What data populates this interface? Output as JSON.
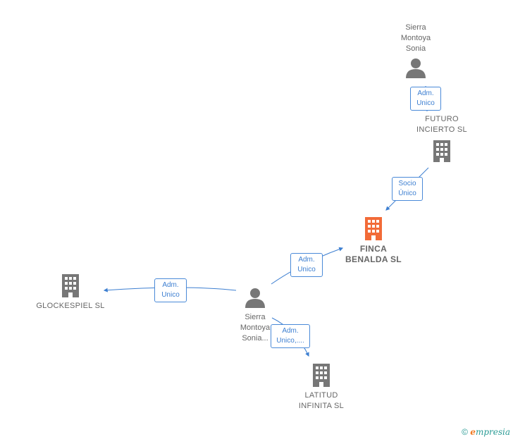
{
  "nodes": {
    "person_top": {
      "label": "Sierra\nMontoya\nSonia",
      "icon": "person-icon"
    },
    "futuro": {
      "label": "FUTURO\nINCIERTO SL",
      "icon": "building-icon"
    },
    "finca": {
      "label": "FINCA\nBENALDA  SL",
      "icon": "building-icon"
    },
    "glockespiel": {
      "label": "GLOCKESPIEL SL",
      "icon": "building-icon"
    },
    "person_center": {
      "label": "Sierra\nMontoya\nSonia...",
      "icon": "person-icon"
    },
    "latitud": {
      "label": "LATITUD\nINFINITA  SL",
      "icon": "building-icon"
    }
  },
  "edges": {
    "top_person_to_futuro": "Adm.\nUnico",
    "futuro_to_finca": "Socio\nÚnico",
    "center_to_finca": "Adm.\nUnico",
    "center_to_glockespiel": "Adm.\nUnico",
    "center_to_latitud": "Adm.\nUnico,...."
  },
  "footer": {
    "copyright": "©",
    "brand_initial": "e",
    "brand_rest": "mpresia"
  },
  "colors": {
    "line": "#3d7fd1",
    "icon_gray": "#777777",
    "highlight": "#f26b38"
  }
}
